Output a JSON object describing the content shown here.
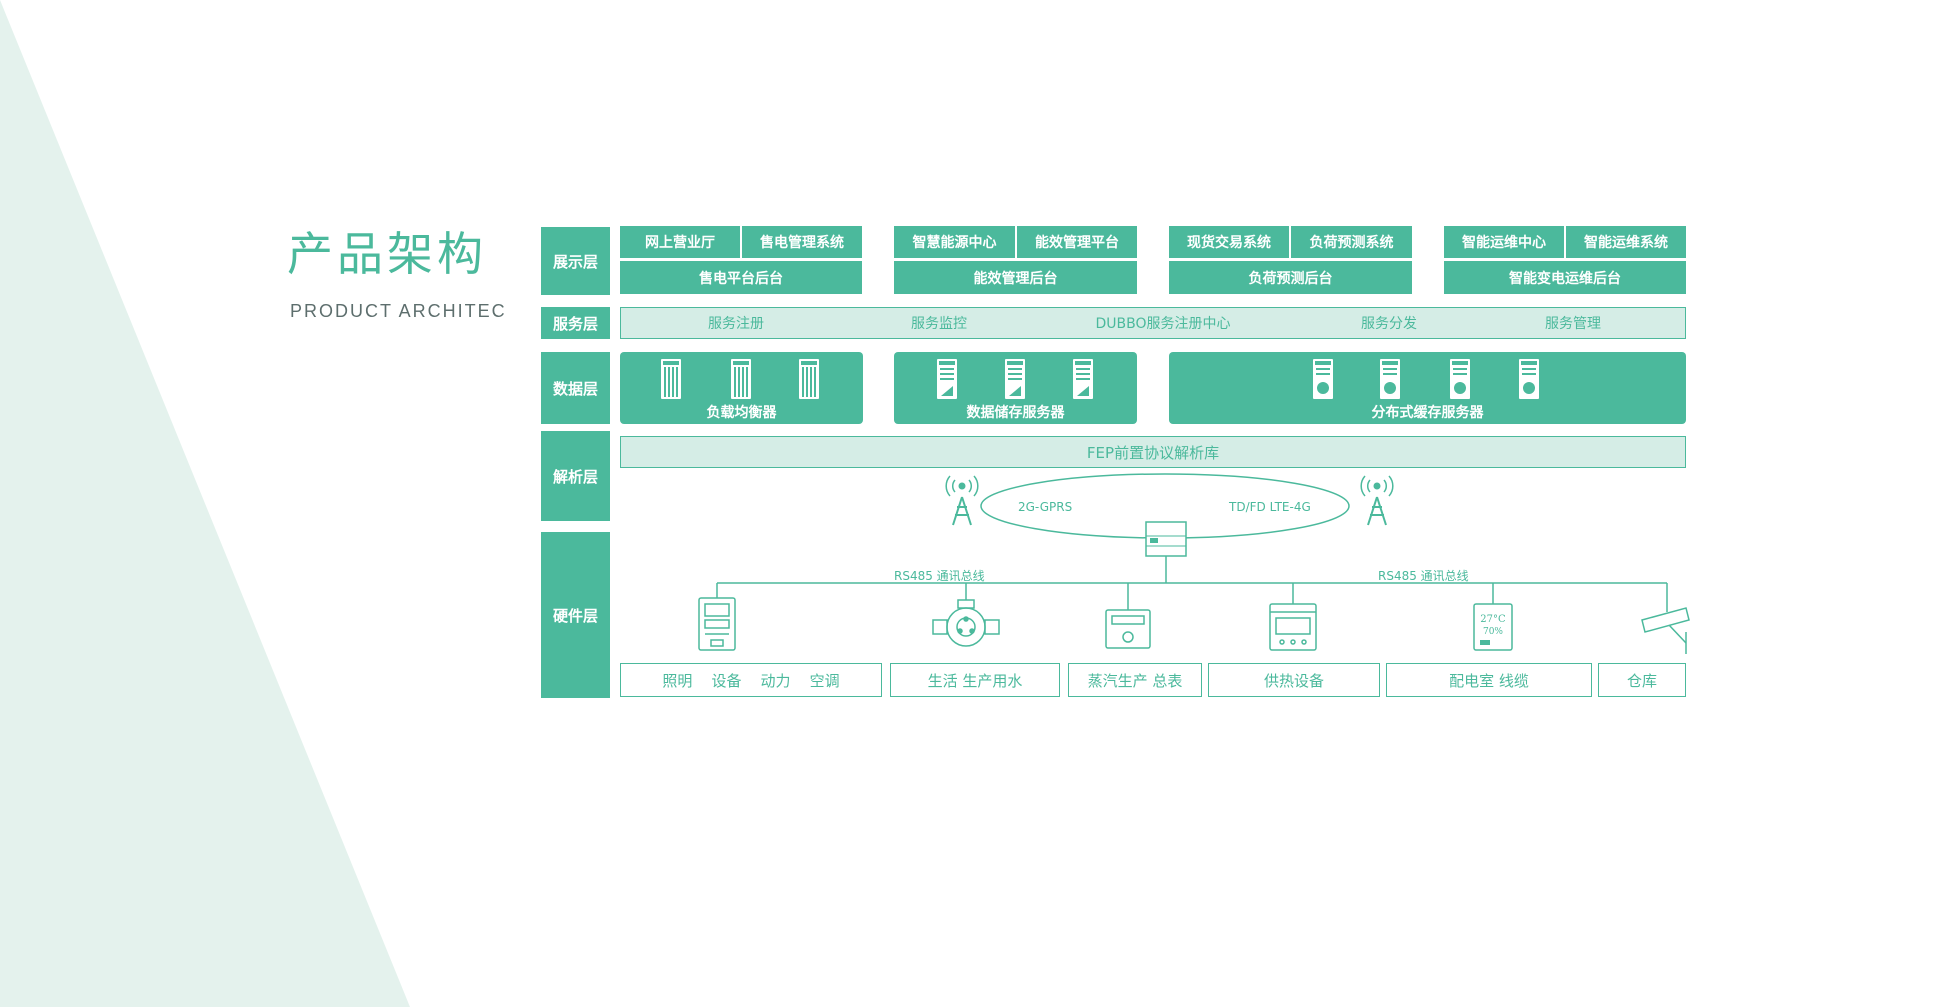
{
  "header": {
    "title": "产品架构",
    "subtitle": "PRODUCT ARCHITEC"
  },
  "layers": {
    "display": "展示层",
    "service": "服务层",
    "data": "数据层",
    "parse": "解析层",
    "hardware": "硬件层"
  },
  "display_groups": [
    {
      "top_left": "网上营业厅",
      "top_right": "售电管理系统",
      "bottom": "售电平台后台"
    },
    {
      "top_left": "智慧能源中心",
      "top_right": "能效管理平台",
      "bottom": "能效管理后台"
    },
    {
      "top_left": "现货交易系统",
      "top_right": "负荷预测系统",
      "bottom": "负荷预测后台"
    },
    {
      "top_left": "智能运维中心",
      "top_right": "智能运维系统",
      "bottom": "智能变电运维后台"
    }
  ],
  "service_items": [
    "服务注册",
    "服务监控",
    "DUBBO服务注册中心",
    "服务分发",
    "服务管理"
  ],
  "data_servers": {
    "load_balancer": "负载均衡器",
    "storage": "数据储存服务器",
    "cache": "分布式缓存服务器"
  },
  "parse_bar": "FEP前置协议解析库",
  "network": {
    "left": "2G-GPRS",
    "right": "TD/FD LTE-4G"
  },
  "bus": {
    "left": "RS485 通讯总线",
    "right": "RS485 通讯总线"
  },
  "devices": {
    "thermo_display": "27°C",
    "thermo_humidity": "70%"
  },
  "hardware_categories": [
    "照明    设备    动力    空调",
    "生活 生产用水",
    "蒸汽生产 总表",
    "供热设备",
    "配电室 线缆",
    "仓库"
  ],
  "colors": {
    "accent": "#4bb99c",
    "light_fill": "#d5ede6",
    "background_triangle": "#e4f2ed",
    "subtitle_gray": "#5d6e6d"
  }
}
